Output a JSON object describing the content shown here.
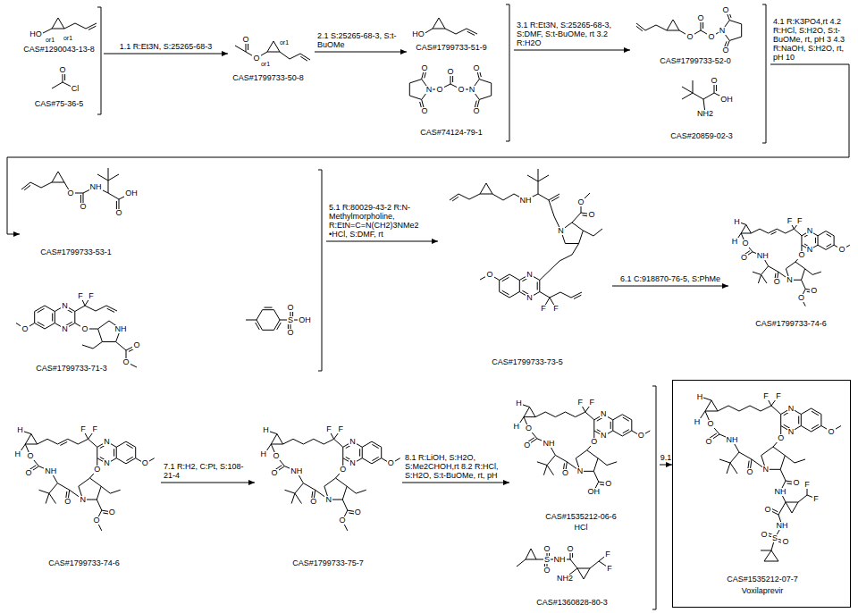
{
  "diagram": {
    "nodes": [
      {
        "text": [
          "CAS#1290043-13-8"
        ]
      },
      {
        "text": [
          "CAS#75-36-5"
        ]
      },
      {
        "text": [
          "CAS#1799733-50-8"
        ]
      },
      {
        "text": [
          "CAS#1799733-51-9"
        ]
      },
      {
        "text": [
          "CAS#74124-79-1"
        ]
      },
      {
        "text": [
          "CAS#1799733-52-0"
        ]
      },
      {
        "text": [
          "CAS#20859-02-3"
        ]
      },
      {
        "text": [
          "CAS#1799733-53-1"
        ]
      },
      {
        "text": [
          "CAS#1799733-71-3"
        ]
      },
      {
        "text": [
          "CAS#1799733-73-5"
        ]
      },
      {
        "text": [
          "CAS#1799733-74-6"
        ]
      },
      {
        "text": [
          "CAS#1799733-74-6"
        ]
      },
      {
        "text": [
          "CAS#1799733-75-7"
        ]
      },
      {
        "text": [
          "CAS#1535212-06-6"
        ]
      },
      {
        "text": [
          "CAS#1360828-80-3"
        ]
      },
      {
        "text": [
          "CAS#1535212-07-7",
          "Voxilaprevir"
        ]
      }
    ],
    "edges": [
      {
        "from": 0,
        "to": 2,
        "arrow": "to",
        "label": "1.1 R:Et3N, S:25265-68-3"
      },
      {
        "from": 2,
        "to": 3,
        "arrow": "to",
        "label": "2.1 S:25265-68-3, S:t-BuOMe"
      },
      {
        "from": 3,
        "to": 5,
        "arrow": "to",
        "label": "3.1 R:Et3N, S:25265-68-3, S:DMF, S:t-BuOMe, rt 3.2 R:H2O"
      },
      {
        "from": 5,
        "to": 7,
        "arrow": "to",
        "label": "4.1 R:K3PO4,rt 4.2 R:HCl, S:H2O, S:t-BuOMe, rt, pH 3 4.3 R:NaOH, S:H2O, rt, pH 10"
      },
      {
        "from": 7,
        "to": 9,
        "arrow": "to",
        "label": "5.1 R:80029-43-2 R:N-Methylmorpholine, R:EtN=C=N(CH2)3NMe2 •HCl, S:DMF, rt"
      },
      {
        "from": 9,
        "to": 10,
        "arrow": "to",
        "label": "6.1 C:918870-76-5, S:PhMe"
      },
      {
        "from": 11,
        "to": 12,
        "arrow": "to",
        "label": "7.1 R:H2, C:Pt, S:108-21-4"
      },
      {
        "from": 12,
        "to": 13,
        "arrow": "to",
        "label": "8.1 R:LiOH, S:H2O, S:Me2CHOH,rt 8.2 R:HCl, S:H2O, S:t-BuOMe, rt, pH"
      },
      {
        "from": 13,
        "to": 15,
        "arrow": "to",
        "label": "9.1"
      }
    ],
    "labels": [
      "HO",
      "or1",
      "or1",
      "O",
      "Cl",
      "O",
      "O",
      "or1",
      "or1",
      "HO",
      "O",
      "N",
      "O",
      "O",
      "O",
      "O",
      "N",
      "O",
      "O",
      "O",
      "O",
      "O",
      "N",
      "O",
      "O",
      "O",
      "OH",
      "NH2",
      "O",
      "O",
      "NH",
      "O",
      "OH",
      "O",
      "N",
      "N",
      "F",
      "F",
      "O",
      "NH",
      "O",
      "O",
      "O",
      "S",
      "OH",
      "O",
      "NH",
      "O",
      "O",
      "N",
      "O",
      "N",
      "N",
      "F",
      "F",
      "H",
      "H",
      "F",
      "F",
      "N",
      "N",
      "O",
      "O",
      "N",
      "O",
      "O",
      "O",
      "O",
      "NH",
      "O",
      "H",
      "H",
      "F",
      "F",
      "N",
      "N",
      "O",
      "O",
      "N",
      "O",
      "O",
      "O",
      "O",
      "NH",
      "O",
      "H",
      "H",
      "F",
      "F",
      "N",
      "N",
      "O",
      "O",
      "N",
      "O",
      "O",
      "O",
      "O",
      "NH",
      "O",
      "H",
      "H",
      "F",
      "F",
      "N",
      "N",
      "O",
      "O",
      "N",
      "O",
      "OH",
      "O",
      "O",
      "NH",
      "O",
      "HCl",
      "O",
      "S",
      "O",
      "NH",
      "O",
      "NH2",
      "F",
      "F",
      "H",
      "H",
      "F",
      "F",
      "N",
      "N",
      "O",
      "O",
      "N",
      "O",
      "NH",
      "O",
      "O",
      "NH",
      "O",
      "F",
      "F",
      "O",
      "NH",
      "S",
      "O",
      "O"
    ]
  }
}
